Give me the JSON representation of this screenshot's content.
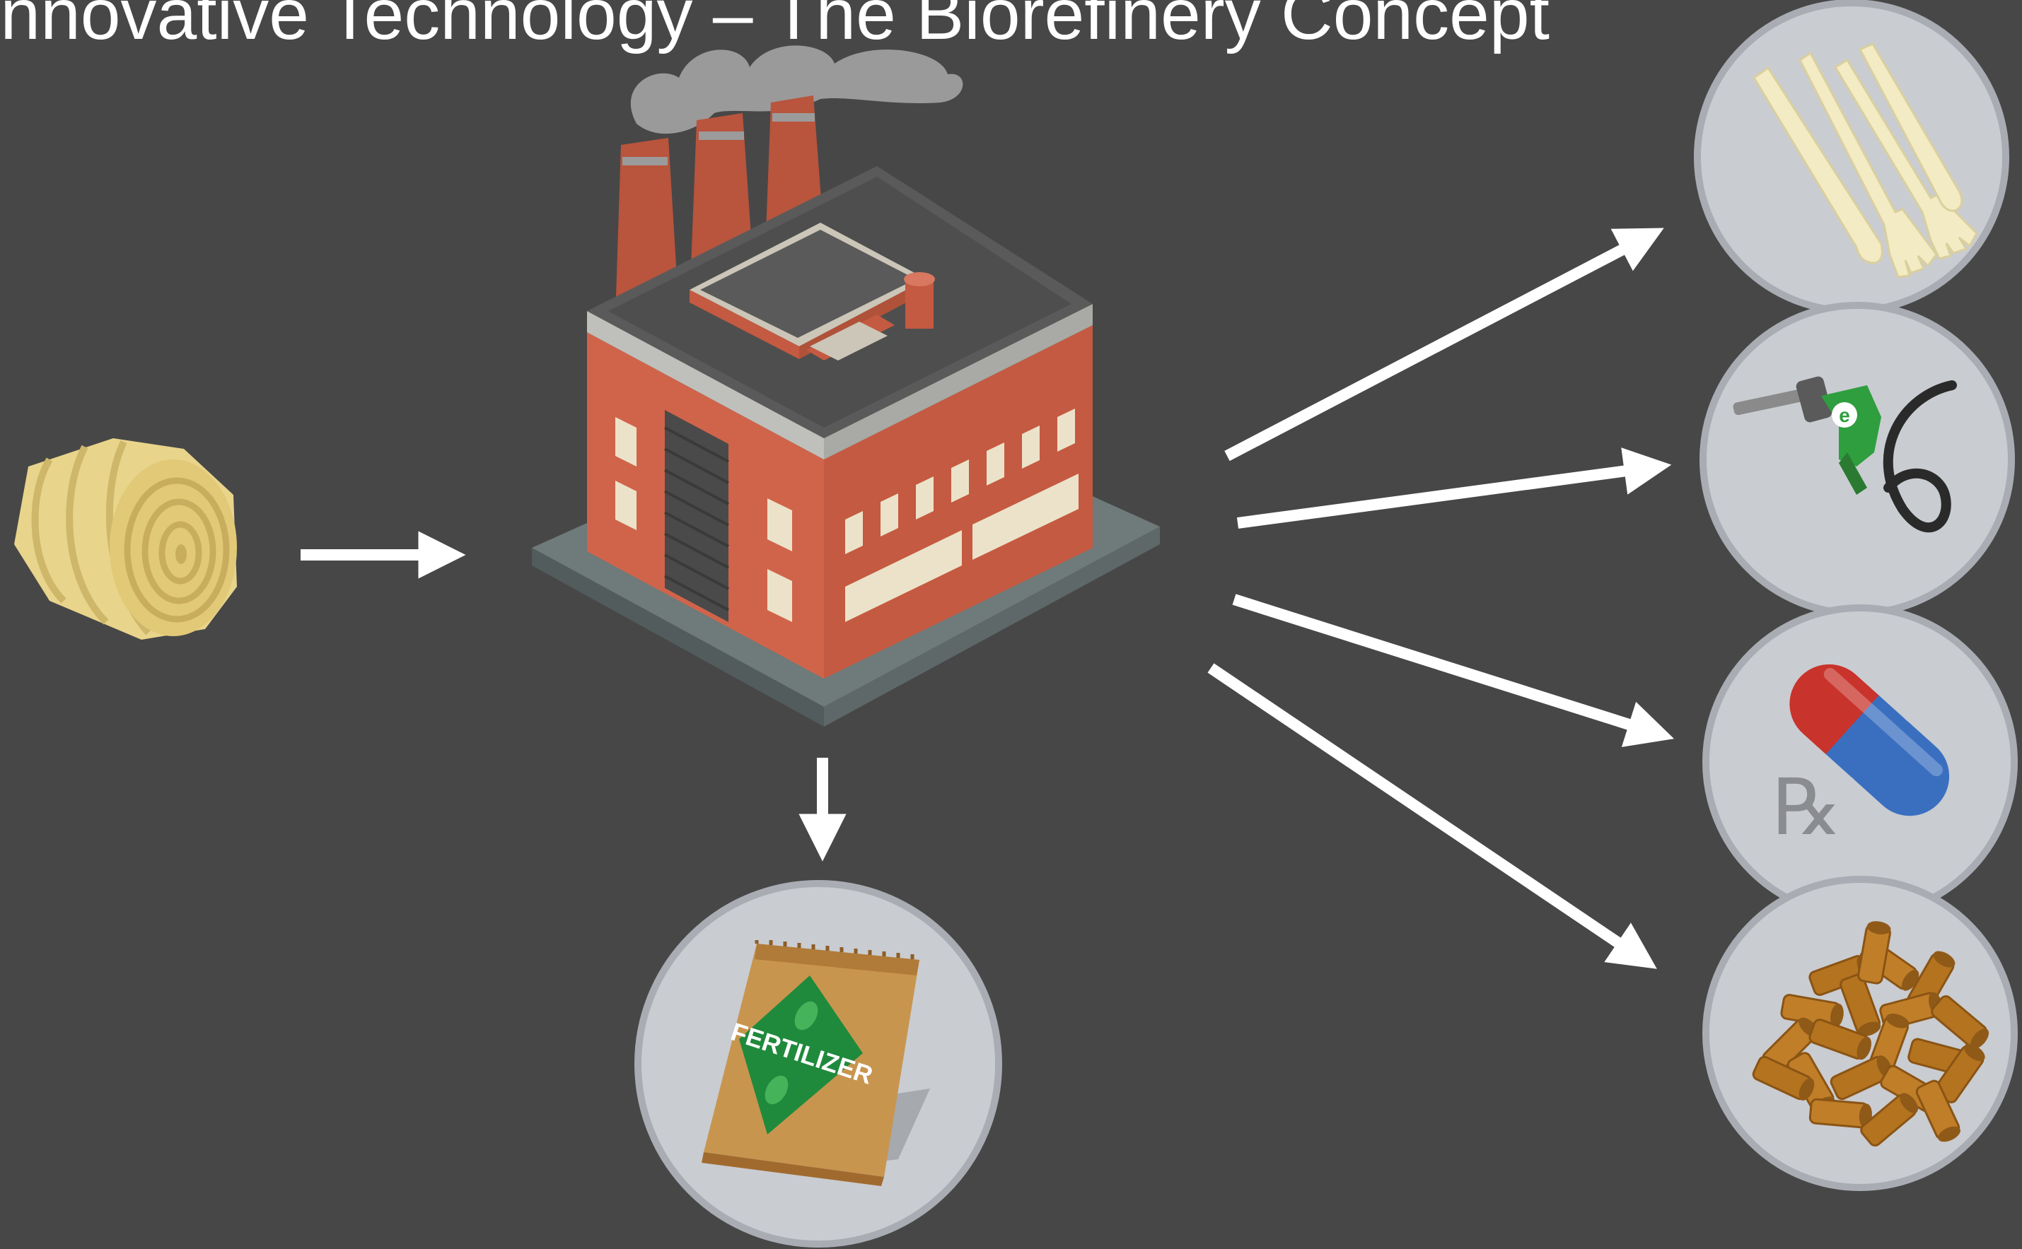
{
  "title": "Innovative Technology – The Biorefinery Concept",
  "nodes": {
    "input": {
      "icon": "hay-bale-icon"
    },
    "process": {
      "icon": "factory-icon"
    },
    "byproduct": {
      "icon": "fertilizer-bag-icon",
      "bag_label": "FERTILIZER"
    },
    "outputs": [
      {
        "icon": "bioplastic-cutlery-icon"
      },
      {
        "icon": "ethanol-fuel-nozzle-icon",
        "badge": "e"
      },
      {
        "icon": "pharmaceutical-capsule-icon",
        "symbol": "℞"
      },
      {
        "icon": "biomass-pellets-icon"
      }
    ]
  },
  "colors": {
    "background": "#474747",
    "arrow": "#ffffff",
    "circle_fill": "#c9ccd1",
    "circle_stroke": "#a9adb3",
    "brick": "#d0644a",
    "hay": "#e8d48b",
    "fuel_green": "#2e9e3e",
    "capsule_red": "#c8332b",
    "capsule_blue": "#3a6fc0",
    "pellet": "#b4731f"
  }
}
